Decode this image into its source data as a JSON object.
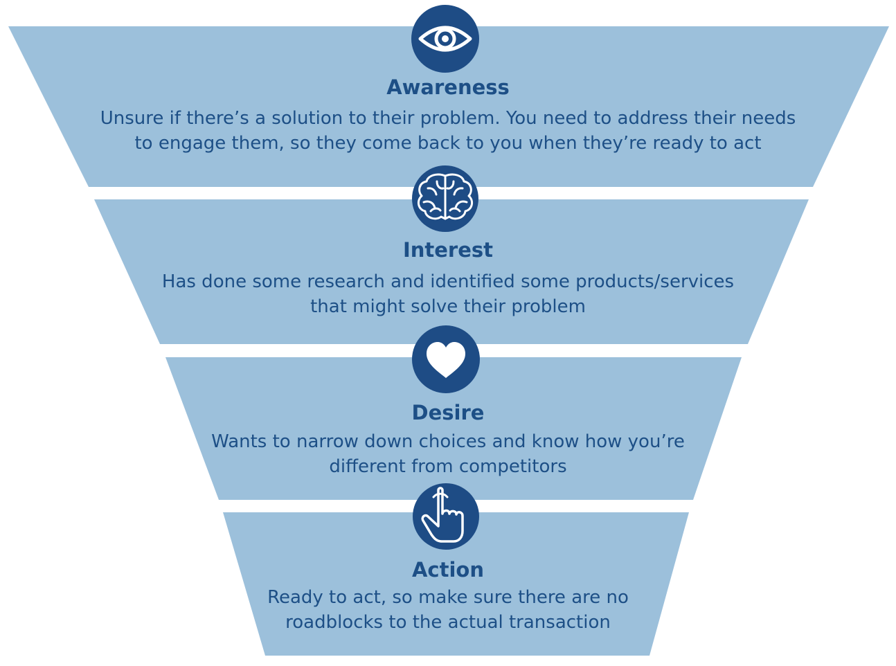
{
  "colors": {
    "band": "#9cc0db",
    "circle": "#1e4c85",
    "text": "#1d4f86",
    "icon": "#ffffff"
  },
  "stages": [
    {
      "icon": "eye-icon",
      "title": "Awareness",
      "description_lines": [
        "Unsure if there’s a solution to their problem. You need to address their needs",
        "to engage them, so they come back to you when they’re ready to act"
      ]
    },
    {
      "icon": "brain-icon",
      "title": "Interest",
      "description_lines": [
        "Has done some research and identified some products/services",
        "that might solve their problem"
      ]
    },
    {
      "icon": "heart-icon",
      "title": "Desire",
      "description_lines": [
        "Wants to narrow down choices and know how you’re",
        "different from competitors"
      ]
    },
    {
      "icon": "pointing-hand-icon",
      "title": "Action",
      "description_lines": [
        "Ready to act, so make sure there are no",
        "roadblocks to the actual transaction"
      ]
    }
  ]
}
